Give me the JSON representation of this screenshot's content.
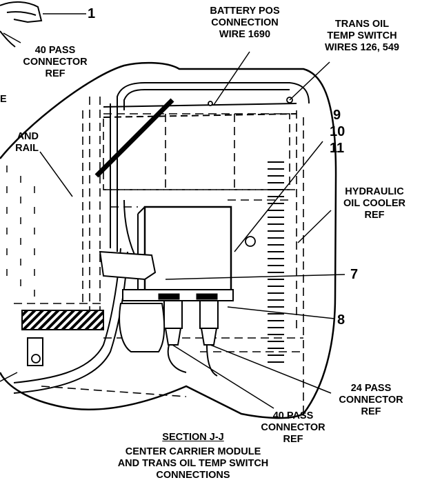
{
  "labels": {
    "ref1": "1",
    "pass40_top": [
      "40 PASS",
      "CONNECTOR",
      "REF"
    ],
    "battery_pos": [
      "BATTERY POS",
      "CONNECTION",
      "WIRE 1690"
    ],
    "trans_oil_switch": [
      "TRANS OIL",
      "TEMP SWITCH",
      "WIRES 126, 549"
    ],
    "left_e": "E",
    "and_rail": [
      "AND",
      "RAIL"
    ],
    "ref9": "9",
    "ref10": "10",
    "ref11": "11",
    "hydraulic_cooler": [
      "HYDRAULIC",
      "OIL COOLER",
      "REF"
    ],
    "ref7": "7",
    "ref8": "8",
    "pass24_bottom": [
      "24 PASS",
      "CONNECTOR",
      "REF"
    ],
    "pass40_bottom": [
      "40 PASS",
      "CONNECTOR",
      "REF"
    ]
  },
  "caption": {
    "section": "SECTION J-J",
    "title": [
      "CENTER CARRIER MODULE",
      "AND TRANS OIL TEMP SWITCH",
      "CONNECTIONS"
    ]
  }
}
